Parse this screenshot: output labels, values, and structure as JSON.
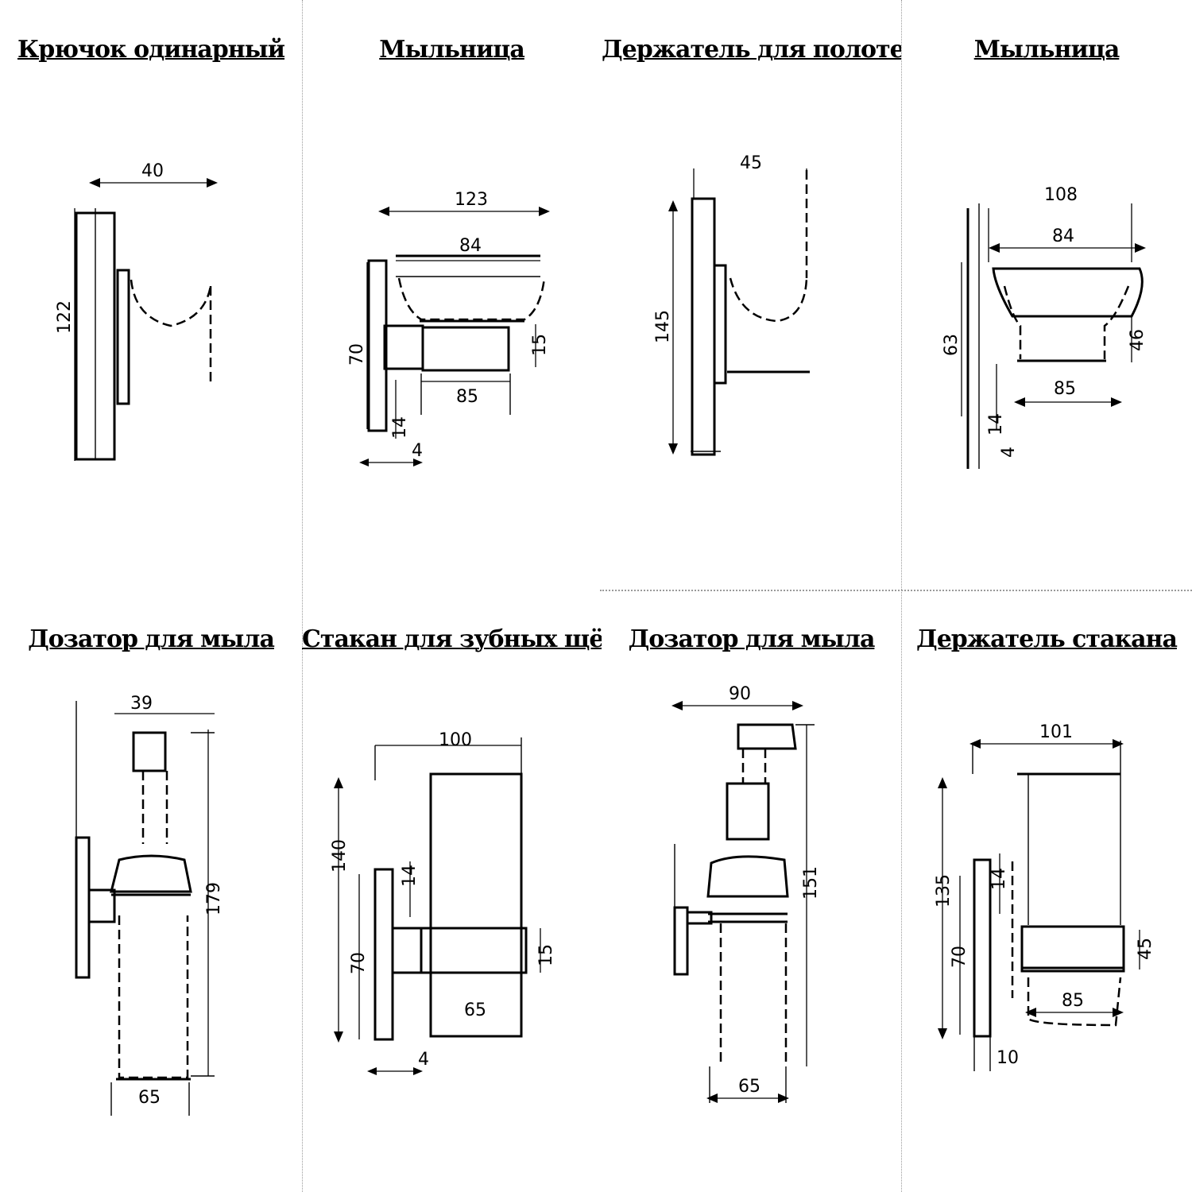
{
  "panels": [
    {
      "title": "Крючок одинарный",
      "dims": {
        "top_width": "40",
        "height": "122"
      }
    },
    {
      "title": "Мыльница",
      "dims": {
        "top_width": "123",
        "inner_width": "84",
        "height": "70",
        "base_width": "85",
        "offset_a": "14",
        "offset_b": "4",
        "side": "15"
      }
    },
    {
      "title": "Держатель для полотенец",
      "dims": {
        "top_width": "45",
        "height": "145"
      }
    },
    {
      "title": "Мыльница",
      "dims": {
        "top_width": "108",
        "inner_width": "84",
        "height": "63",
        "base_width": "85",
        "side": "46",
        "offset_a": "14",
        "offset_b": "4"
      }
    },
    {
      "title": "Дозатор для мыла",
      "dims": {
        "top_width": "39",
        "height": "179",
        "bottom_width": "65"
      }
    },
    {
      "title": "Стакан для зубных щёток",
      "dims": {
        "top_width": "100",
        "height": "140",
        "mid_height": "70",
        "offset_a": "14",
        "band": "15",
        "offset_b": "4",
        "glass_label": "65"
      }
    },
    {
      "title": "Дозатор для мыла",
      "dims": {
        "top_width": "90",
        "height": "151",
        "bottom_width": "65"
      }
    },
    {
      "title": "Держатель стакана",
      "dims": {
        "top_width": "101",
        "height": "135",
        "mid_height": "70",
        "offset_a": "14",
        "band": "45",
        "base_width": "85",
        "offset_b": "10"
      }
    }
  ]
}
